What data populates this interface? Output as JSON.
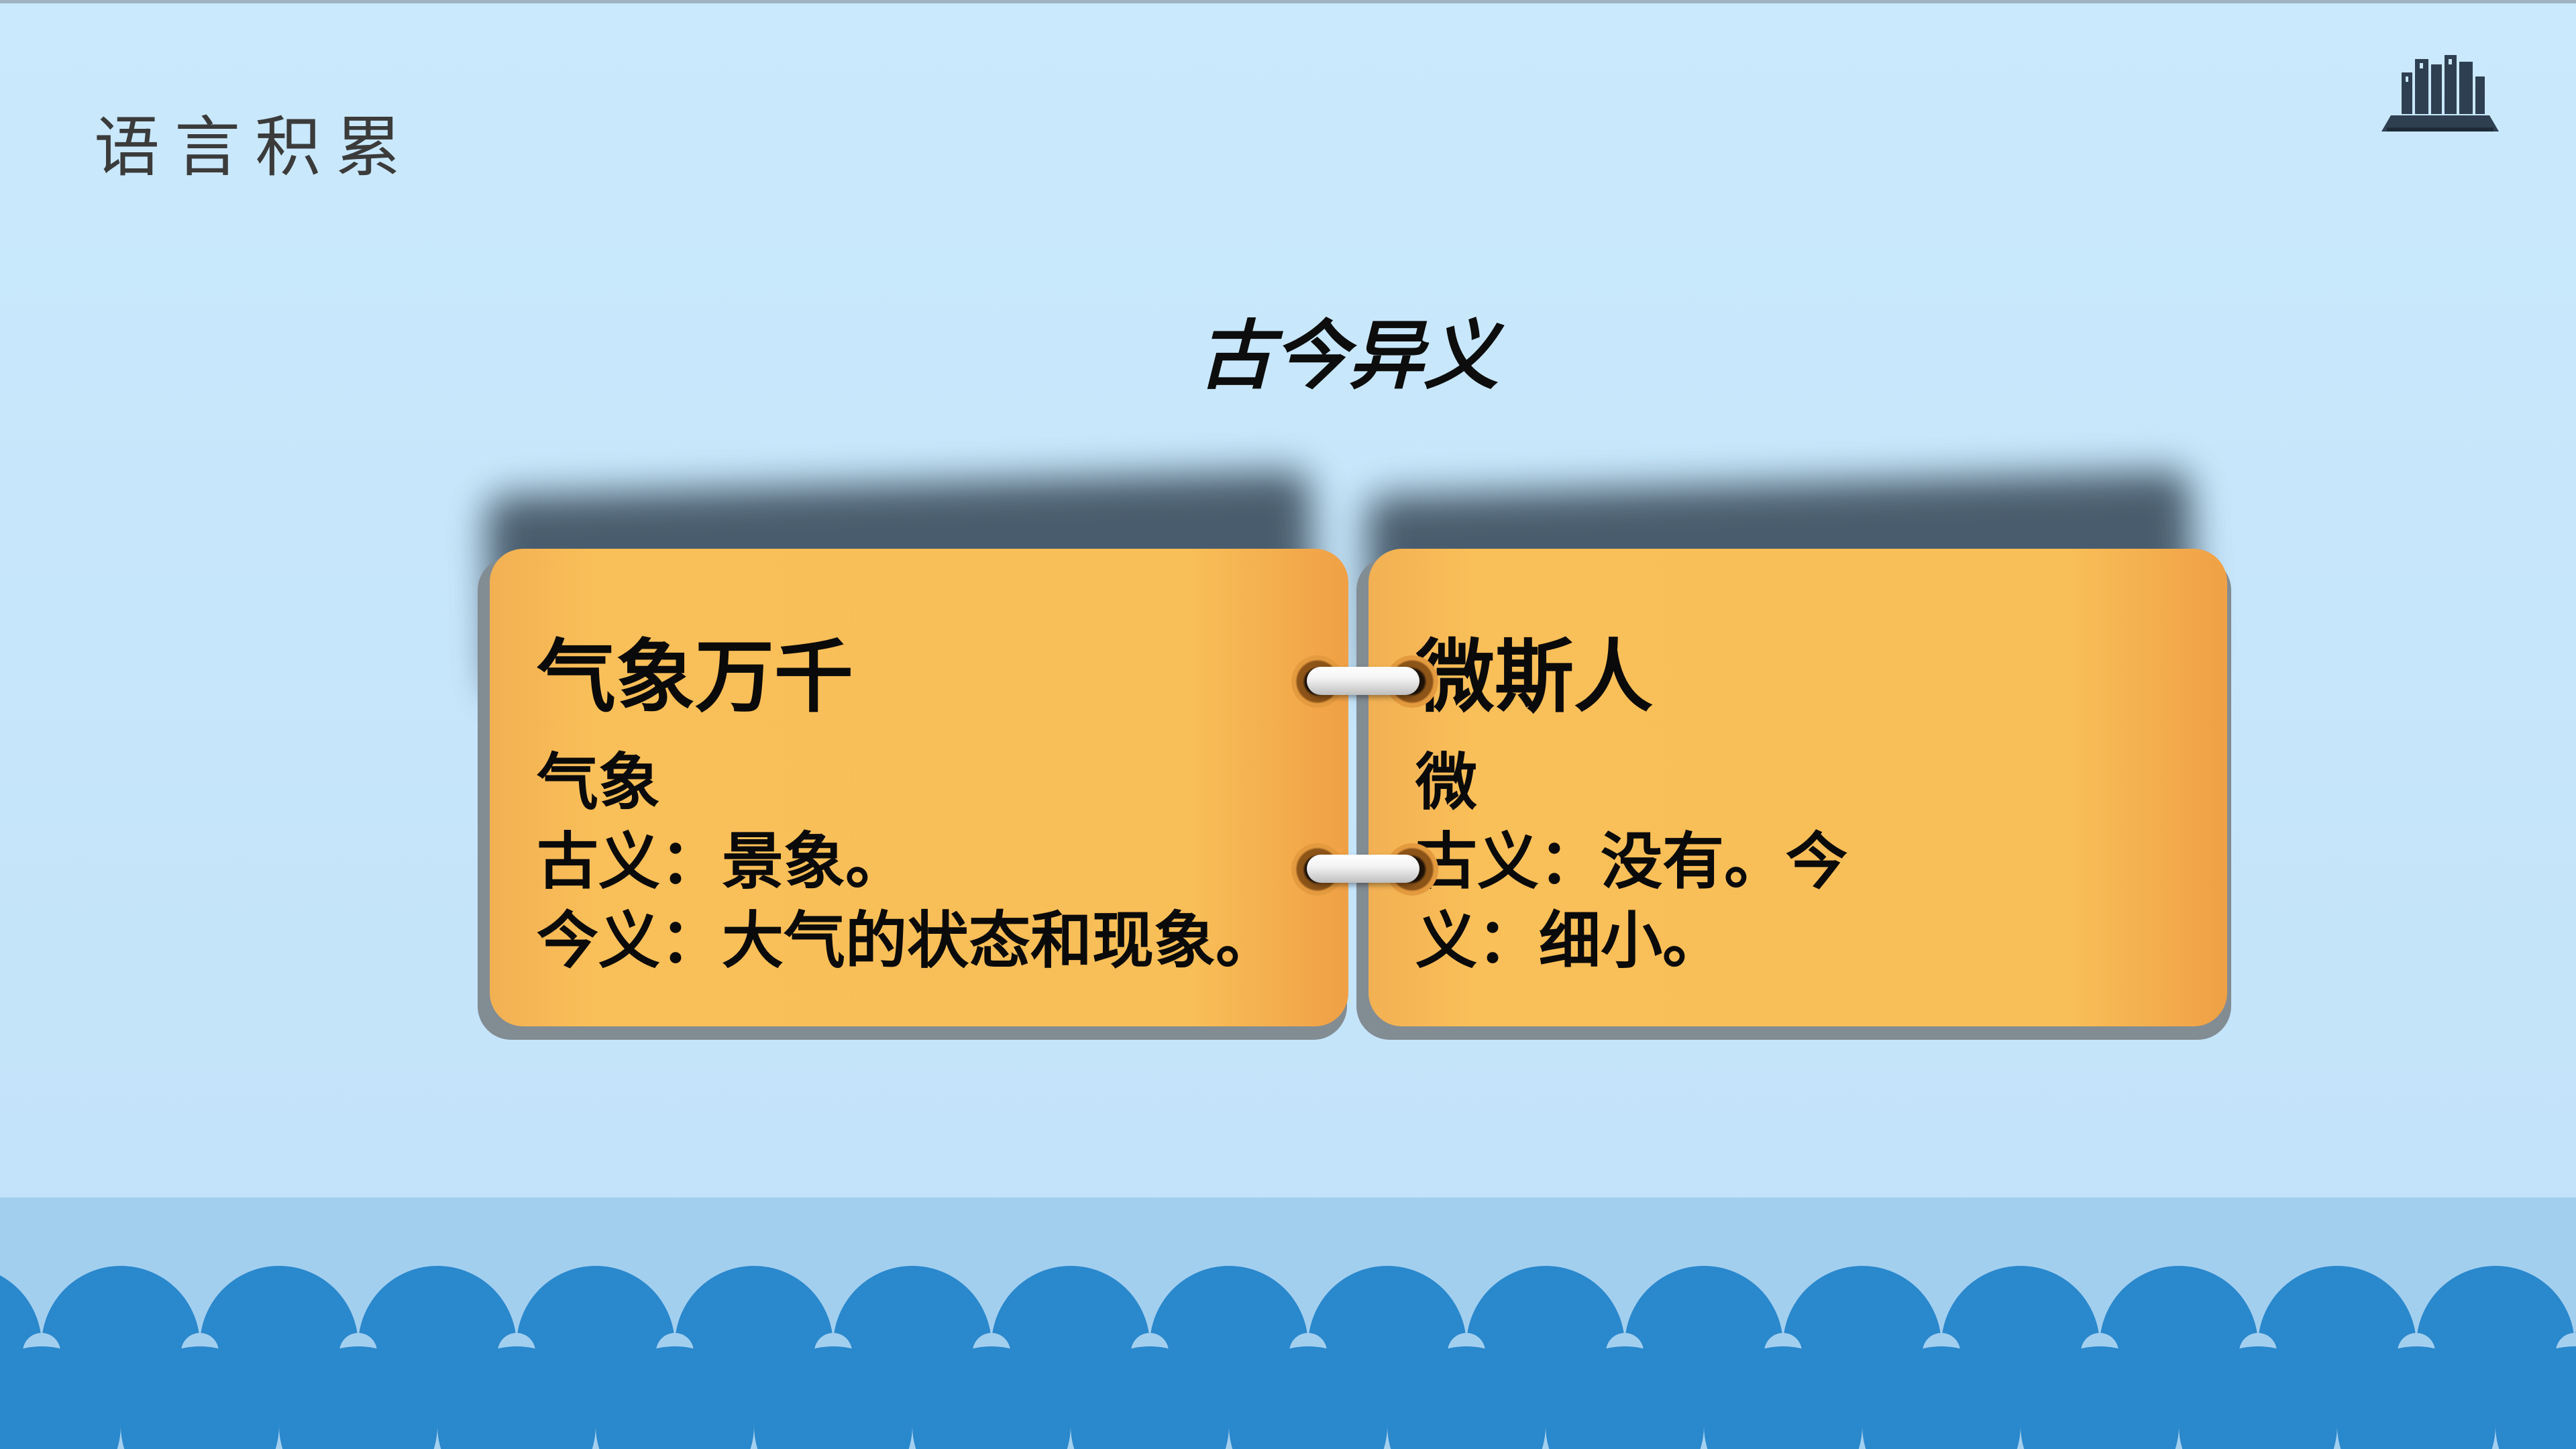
{
  "section_title": "语言积累",
  "heading": "古今异义",
  "icons": {
    "top_right": "books-icon"
  },
  "colors": {
    "background": "#c9e8fb",
    "card": "#f8be57",
    "wave_dark": "#2a88cc",
    "wave_light": "#a3cfef"
  },
  "cards": [
    {
      "title": "气象万千",
      "lines": [
        "气象",
        "古义：景象。",
        "今义：大气的状态和现象。"
      ]
    },
    {
      "title": "微斯人",
      "lines": [
        "微",
        "古义：没有。今义：细小。"
      ]
    }
  ]
}
